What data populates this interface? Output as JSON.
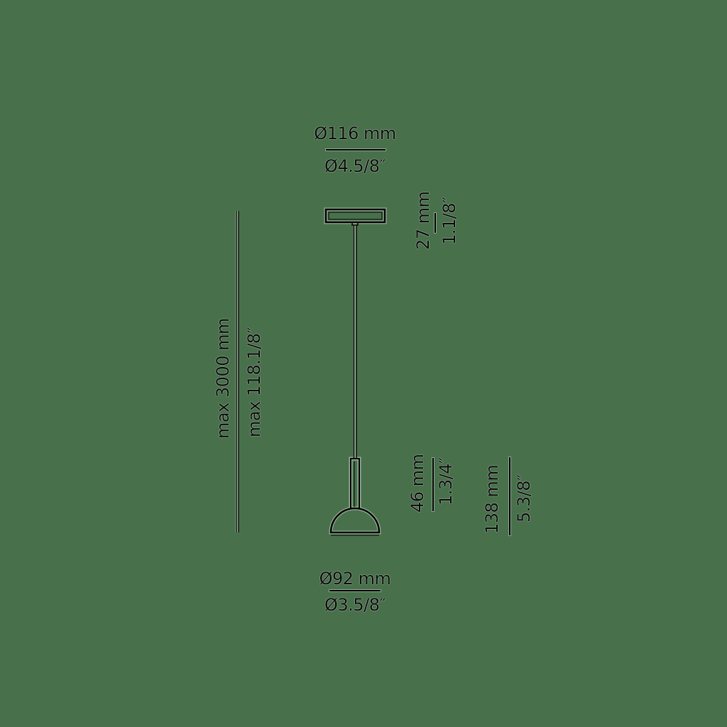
{
  "drawing": {
    "title": "Pendant lamp dimension drawing",
    "colors": {
      "background": "#48714b",
      "line": "#000000"
    },
    "canopy": {
      "diameter_mm": "Ø116 mm",
      "diameter_in": "Ø4.5/8″",
      "height_mm": "27 mm",
      "height_in": "1.1/8″"
    },
    "cable": {
      "length_mm": "max 3000 mm",
      "length_in": "max 118.1/8″"
    },
    "neck": {
      "height_mm": "46 mm",
      "height_in": "1.3/4″"
    },
    "shade": {
      "diameter_mm": "Ø92 mm",
      "diameter_in": "Ø3.5/8″"
    },
    "total_head": {
      "height_mm": "138 mm",
      "height_in": "5.3/8″"
    }
  }
}
